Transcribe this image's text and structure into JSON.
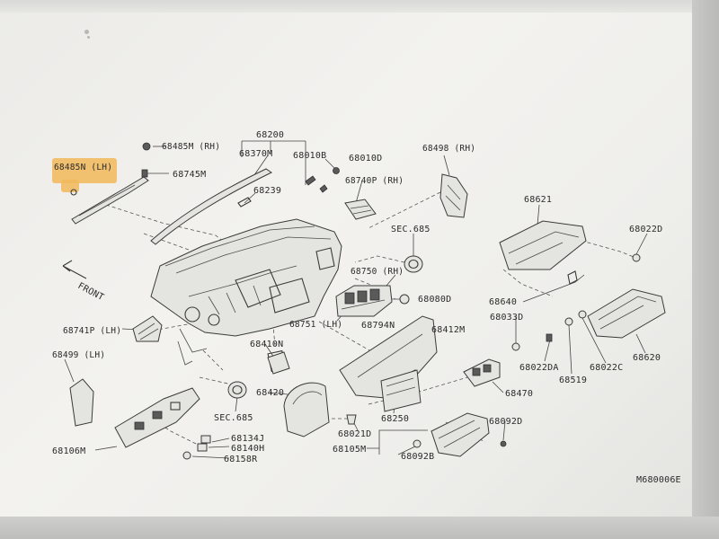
{
  "diagram": {
    "labels": {
      "p68200": "68200",
      "p68370M": "68370M",
      "p68485M_rh": "68485M (RH)",
      "p68485N_lh": "68485N (LH)",
      "p68745M": "68745M",
      "p68010B": "68010B",
      "p68010D": "68010D",
      "p68498_rh": "68498 (RH)",
      "p68239": "68239",
      "p68740P_rh": "68740P (RH)",
      "sec685_top": "SEC.685",
      "p68621": "68621",
      "p68022D": "68022D",
      "p68750_rh": "68750 (RH)",
      "p68080D": "68080D",
      "p68640": "68640",
      "p68751_lh": "68751 (LH)",
      "p68794N": "68794N",
      "p68033D": "68033D",
      "p68741P_lh": "68741P (LH)",
      "p68412M": "68412M",
      "p68410N": "68410N",
      "p68499_lh": "68499 (LH)",
      "p68022DA": "68022DA",
      "p68022C": "68022C",
      "p68620": "68620",
      "p68519": "68519",
      "p68470": "68470",
      "p68420": "68420",
      "sec685_bottom": "SEC.685",
      "p68250": "68250",
      "p68134J": "68134J",
      "p68106M": "68106M",
      "p68140H": "68140H",
      "p68158R": "68158R",
      "p68021D": "68021D",
      "p68092D": "68092D",
      "p68105M": "68105M",
      "p68092B": "68092B",
      "front": "FRONT",
      "figure_code": "M680006E"
    }
  },
  "colors": {
    "background": "#efeeeb",
    "line": "#3a3a3a",
    "highlight": "#f2b95a"
  }
}
